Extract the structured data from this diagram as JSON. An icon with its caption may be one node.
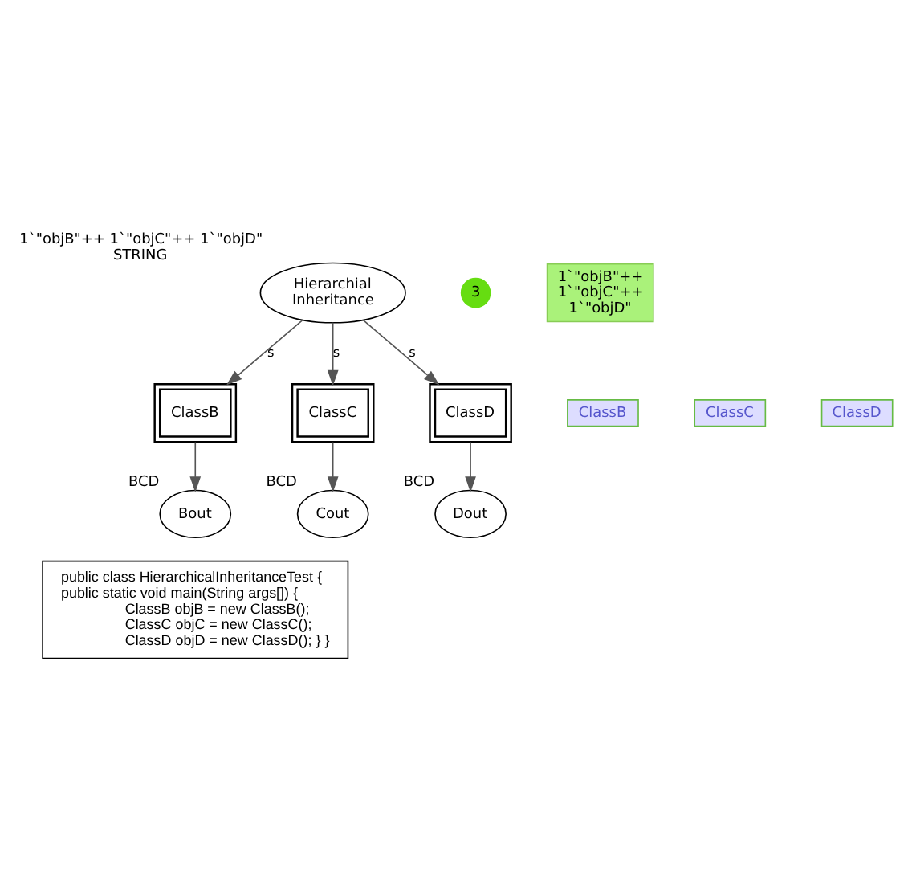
{
  "diagram": {
    "nodes": [
      {
        "text": [
          "Hierarchial Inheritance"
        ],
        "beside": [
          "1`\"objB\"++ 1`\"objC\"++ 1`\"objD\"",
          "STRING"
        ]
      },
      {
        "text": [
          "3"
        ]
      },
      {
        "text": [
          "1`\"objB\"++ 1`\"objC\"++ 1`\"objD\""
        ]
      },
      {
        "text": [
          "ClassB"
        ]
      },
      {
        "text": [
          "ClassB"
        ]
      },
      {
        "text": [
          "ClassC"
        ]
      },
      {
        "text": [
          "ClassC"
        ]
      },
      {
        "text": [
          "ClassD"
        ]
      },
      {
        "text": [
          "ClassD"
        ]
      },
      {
        "text": [
          "Bout"
        ],
        "beside": [
          "BCD"
        ]
      },
      {
        "text": [
          "Cout"
        ],
        "beside": [
          "BCD"
        ]
      },
      {
        "text": [
          "Dout"
        ],
        "beside": [
          "BCD"
        ]
      },
      {
        "text": [
          "public class HierarchicalInheritanceTest {",
          "public static void main(String args[]) {",
          "ClassB objB = new ClassB();",
          "ClassC objC = new ClassC();",
          "ClassD objD = new ClassD(); } }"
        ]
      }
    ],
    "edges": [
      {
        "from": 0,
        "to": 3,
        "arrow": "to",
        "label": "s"
      },
      {
        "from": 0,
        "to": 5,
        "arrow": "to",
        "label": "s"
      },
      {
        "from": 0,
        "to": 7,
        "arrow": "to",
        "label": "s"
      },
      {
        "from": 3,
        "to": 9,
        "arrow": "to"
      },
      {
        "from": 5,
        "to": 10,
        "arrow": "to"
      },
      {
        "from": 7,
        "to": 11,
        "arrow": "to"
      }
    ]
  }
}
